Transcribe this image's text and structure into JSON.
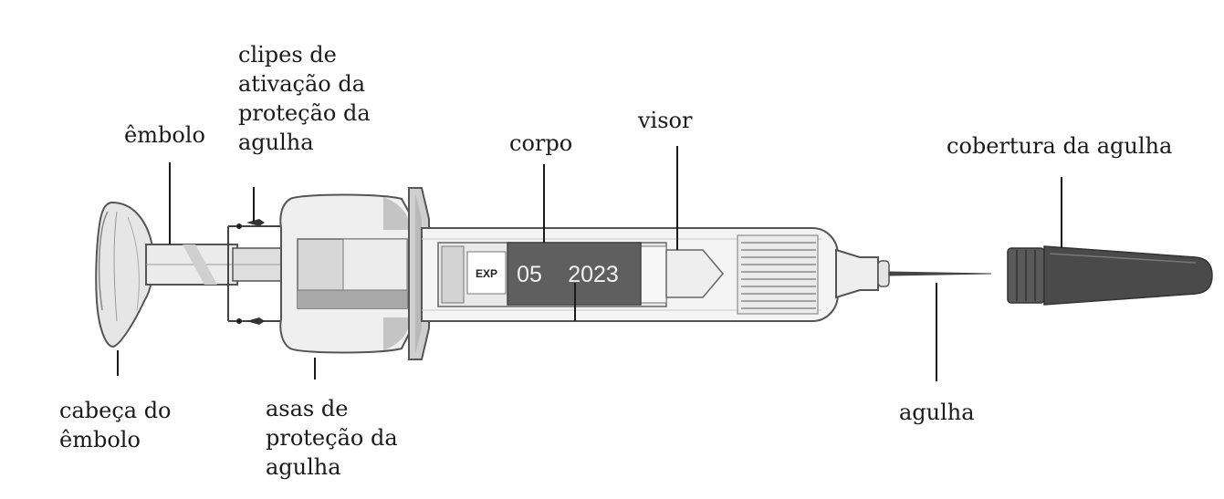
{
  "labels": {
    "embolo": [
      "êmbolo"
    ],
    "clipes": [
      "clipes de",
      "ativação da",
      "proteção da",
      "agulha"
    ],
    "corpo": [
      "corpo"
    ],
    "visor": [
      "visor"
    ],
    "cobertura": [
      "cobertura da agulha"
    ],
    "cabeca": [
      "cabeça do",
      "êmbolo"
    ],
    "asas": [
      "asas de",
      "proteção da",
      "agulha"
    ],
    "agulha": [
      "agulha"
    ]
  },
  "expiry": {
    "prefix": "EXP",
    "month": "05",
    "year": "2023"
  },
  "colors": {
    "line": "#1a1a1a",
    "outline": "#555555",
    "light_gray": "#e2e2e2",
    "mid_gray": "#a8a8a8",
    "dark_gray": "#5f5f5f",
    "cap": "#4a4a4a"
  }
}
